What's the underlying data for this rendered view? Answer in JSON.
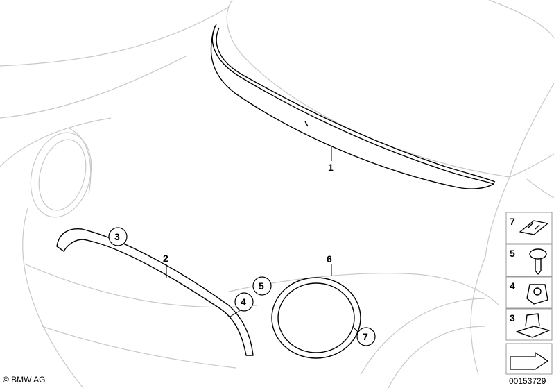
{
  "callouts": {
    "p1": "1",
    "p2": "2",
    "p3": "3",
    "p4": "4",
    "p5": "5",
    "p6": "6",
    "p7": "7"
  },
  "side_panel": {
    "items": [
      "7",
      "5",
      "4",
      "3"
    ]
  },
  "footer": {
    "copyright": "© BMW AG",
    "diagram_id": "00153729"
  }
}
